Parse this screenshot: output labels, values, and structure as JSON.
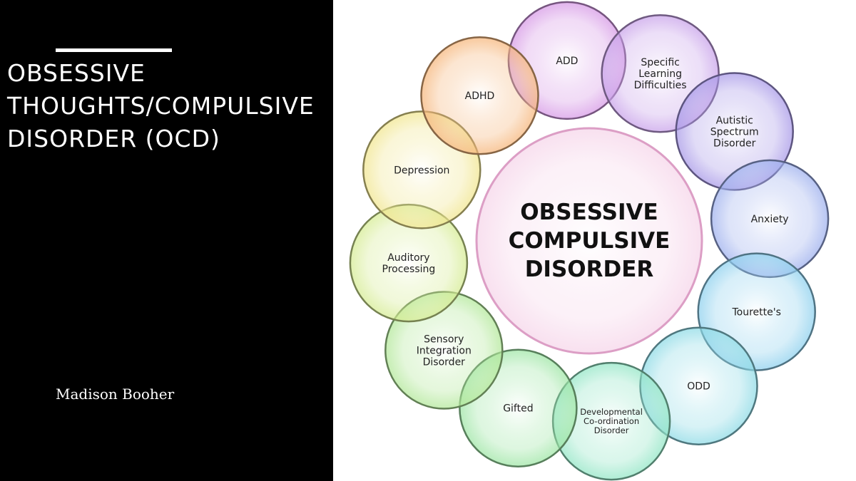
{
  "slide": {
    "title": "OBSESSIVE THOUGHTS/COMPULSIVE DISORDER (OCD)",
    "author": "Madison Booher"
  },
  "diagram": {
    "center_label": [
      "OBSESSIVE",
      "COMPULSIVE",
      "DISORDER"
    ],
    "center_color": "#f6d6ea",
    "nodes": [
      {
        "lines": [
          "ADD"
        ],
        "color": "#d79ae6"
      },
      {
        "lines": [
          "Specific",
          "Learning",
          "Difficulties"
        ],
        "color": "#c9a3ea"
      },
      {
        "lines": [
          "Autistic",
          "Spectrum",
          "Disorder"
        ],
        "color": "#a99ae8"
      },
      {
        "lines": [
          "Anxiety"
        ],
        "color": "#9fb1ee"
      },
      {
        "lines": [
          "Tourette's"
        ],
        "color": "#8fd1ee"
      },
      {
        "lines": [
          "ODD"
        ],
        "color": "#8fdbe6"
      },
      {
        "lines": [
          "Developmental",
          "Co-ordination",
          "Disorder"
        ],
        "color": "#93e6c6"
      },
      {
        "lines": [
          "Gifted"
        ],
        "color": "#9fe6a6"
      },
      {
        "lines": [
          "Sensory",
          "Integration",
          "Disorder"
        ],
        "color": "#b3e89a"
      },
      {
        "lines": [
          "Auditory",
          "Processing"
        ],
        "color": "#d6ec94"
      },
      {
        "lines": [
          "Depression"
        ],
        "color": "#f1e690"
      },
      {
        "lines": [
          "ADHD"
        ],
        "color": "#f6b77d"
      }
    ]
  }
}
